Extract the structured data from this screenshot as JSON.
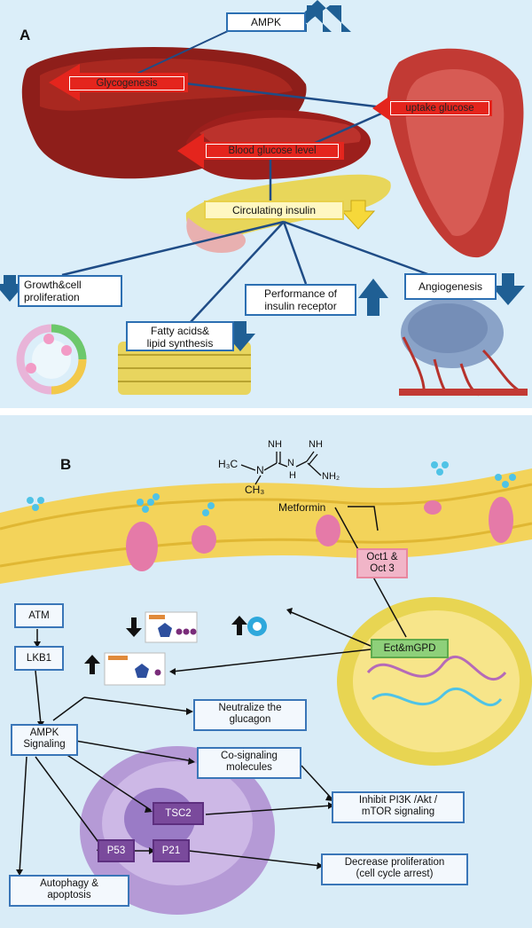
{
  "panel_a": {
    "letter": "A",
    "ampk": "AMPK",
    "glycogenesis": "Glycogenesis",
    "uptake_glucose": "uptake glucose",
    "blood_glucose": "Blood glucose level",
    "circulating_insulin": "Circulating insulin",
    "growth_line1": "Growth&cell",
    "growth_line2": "proliferation",
    "fatty_line1": "Fatty acids&",
    "fatty_line2": "lipid synthesis",
    "receptor_line1": "Performance of",
    "receptor_line2": "insulin receptor",
    "angiogenesis": "Angiogenesis"
  },
  "panel_b": {
    "letter": "B",
    "chem": {
      "h3c": "H₃C",
      "ch3": "CH₃",
      "n_left": "N",
      "nh_left": "NH",
      "nh_right": "NH",
      "h": "H",
      "n_mid": "N",
      "nh2": "NH₂"
    },
    "metformin": "Metformin",
    "oct_line1": "Oct1 &",
    "oct_line2": "Oct 3",
    "ect": "Ect&mGPD",
    "atm": "ATM",
    "lkb1": "LKB1",
    "ampk_line1": "AMPK",
    "ampk_line2": "Signaling",
    "neutralize_line1": "Neutralize the",
    "neutralize_line2": "glucagon",
    "cosignal_line1": "Co-signaling",
    "cosignal_line2": "molecules",
    "tsc2": "TSC2",
    "inhibit_line1": "Inhibit PI3K /Akt /",
    "inhibit_line2": "mTOR signaling",
    "p53": "P53",
    "p21": "P21",
    "decrease_line1": "Decrease proliferation",
    "decrease_line2": "(cell cycle arrest)",
    "autophagy_line1": "Autophagy &",
    "autophagy_line2": "apoptosis"
  },
  "colors": {
    "panel_bg": "#dbeef9",
    "box_border": "#2c6fb2",
    "arrow_blue": "#1f5f94",
    "red_arrow": "#e4251d",
    "yellow": "#f6d83a",
    "purple": "#7a4a9c",
    "green": "#8ed07a"
  }
}
